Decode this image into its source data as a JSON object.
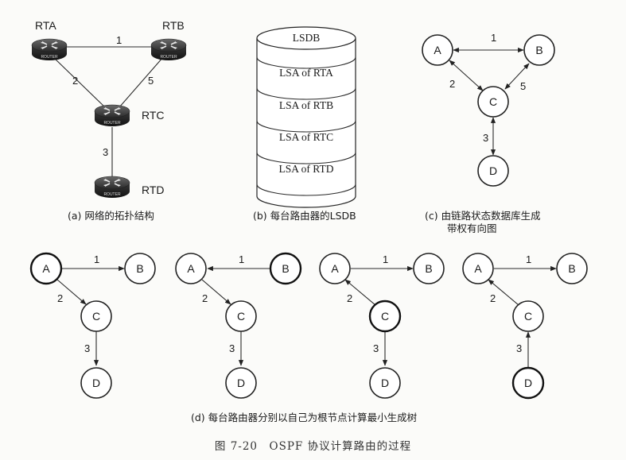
{
  "panel_a": {
    "routers": [
      "RTA",
      "RTB",
      "RTC",
      "RTD"
    ],
    "router_badge": "ROUTER",
    "costs": {
      "ab": "1",
      "ac": "2",
      "bc": "5",
      "cd": "3"
    },
    "caption": "(a) 网络的拓扑结构"
  },
  "panel_b": {
    "header": "LSDB",
    "entries": [
      "LSA of RTA",
      "LSA of RTB",
      "LSA of RTC",
      "LSA of RTD"
    ],
    "caption": "(b) 每台路由器的LSDB"
  },
  "panel_c": {
    "nodes": [
      "A",
      "B",
      "C",
      "D"
    ],
    "costs": {
      "ab": "1",
      "ac": "2",
      "bc": "5",
      "cd": "3"
    },
    "caption_line1": "(c) 由链路状态数据库生成",
    "caption_line2": "带权有向图"
  },
  "panel_d": {
    "trees": [
      {
        "root": "A",
        "nodes": [
          "A",
          "B",
          "C",
          "D"
        ],
        "costs": [
          "1",
          "2",
          "3"
        ]
      },
      {
        "root": "B",
        "nodes": [
          "A",
          "B",
          "C",
          "D"
        ],
        "costs": [
          "1",
          "2",
          "3"
        ]
      },
      {
        "root": "C",
        "nodes": [
          "A",
          "B",
          "C",
          "D"
        ],
        "costs": [
          "1",
          "2",
          "3"
        ]
      },
      {
        "root": "D",
        "nodes": [
          "A",
          "B",
          "C",
          "D"
        ],
        "costs": [
          "1",
          "2",
          "3"
        ]
      }
    ],
    "caption": "(d) 每台路由器分别以自己为根节点计算最小生成树"
  },
  "figure_caption": "图 7-20　OSPF 协议计算路由的过程"
}
